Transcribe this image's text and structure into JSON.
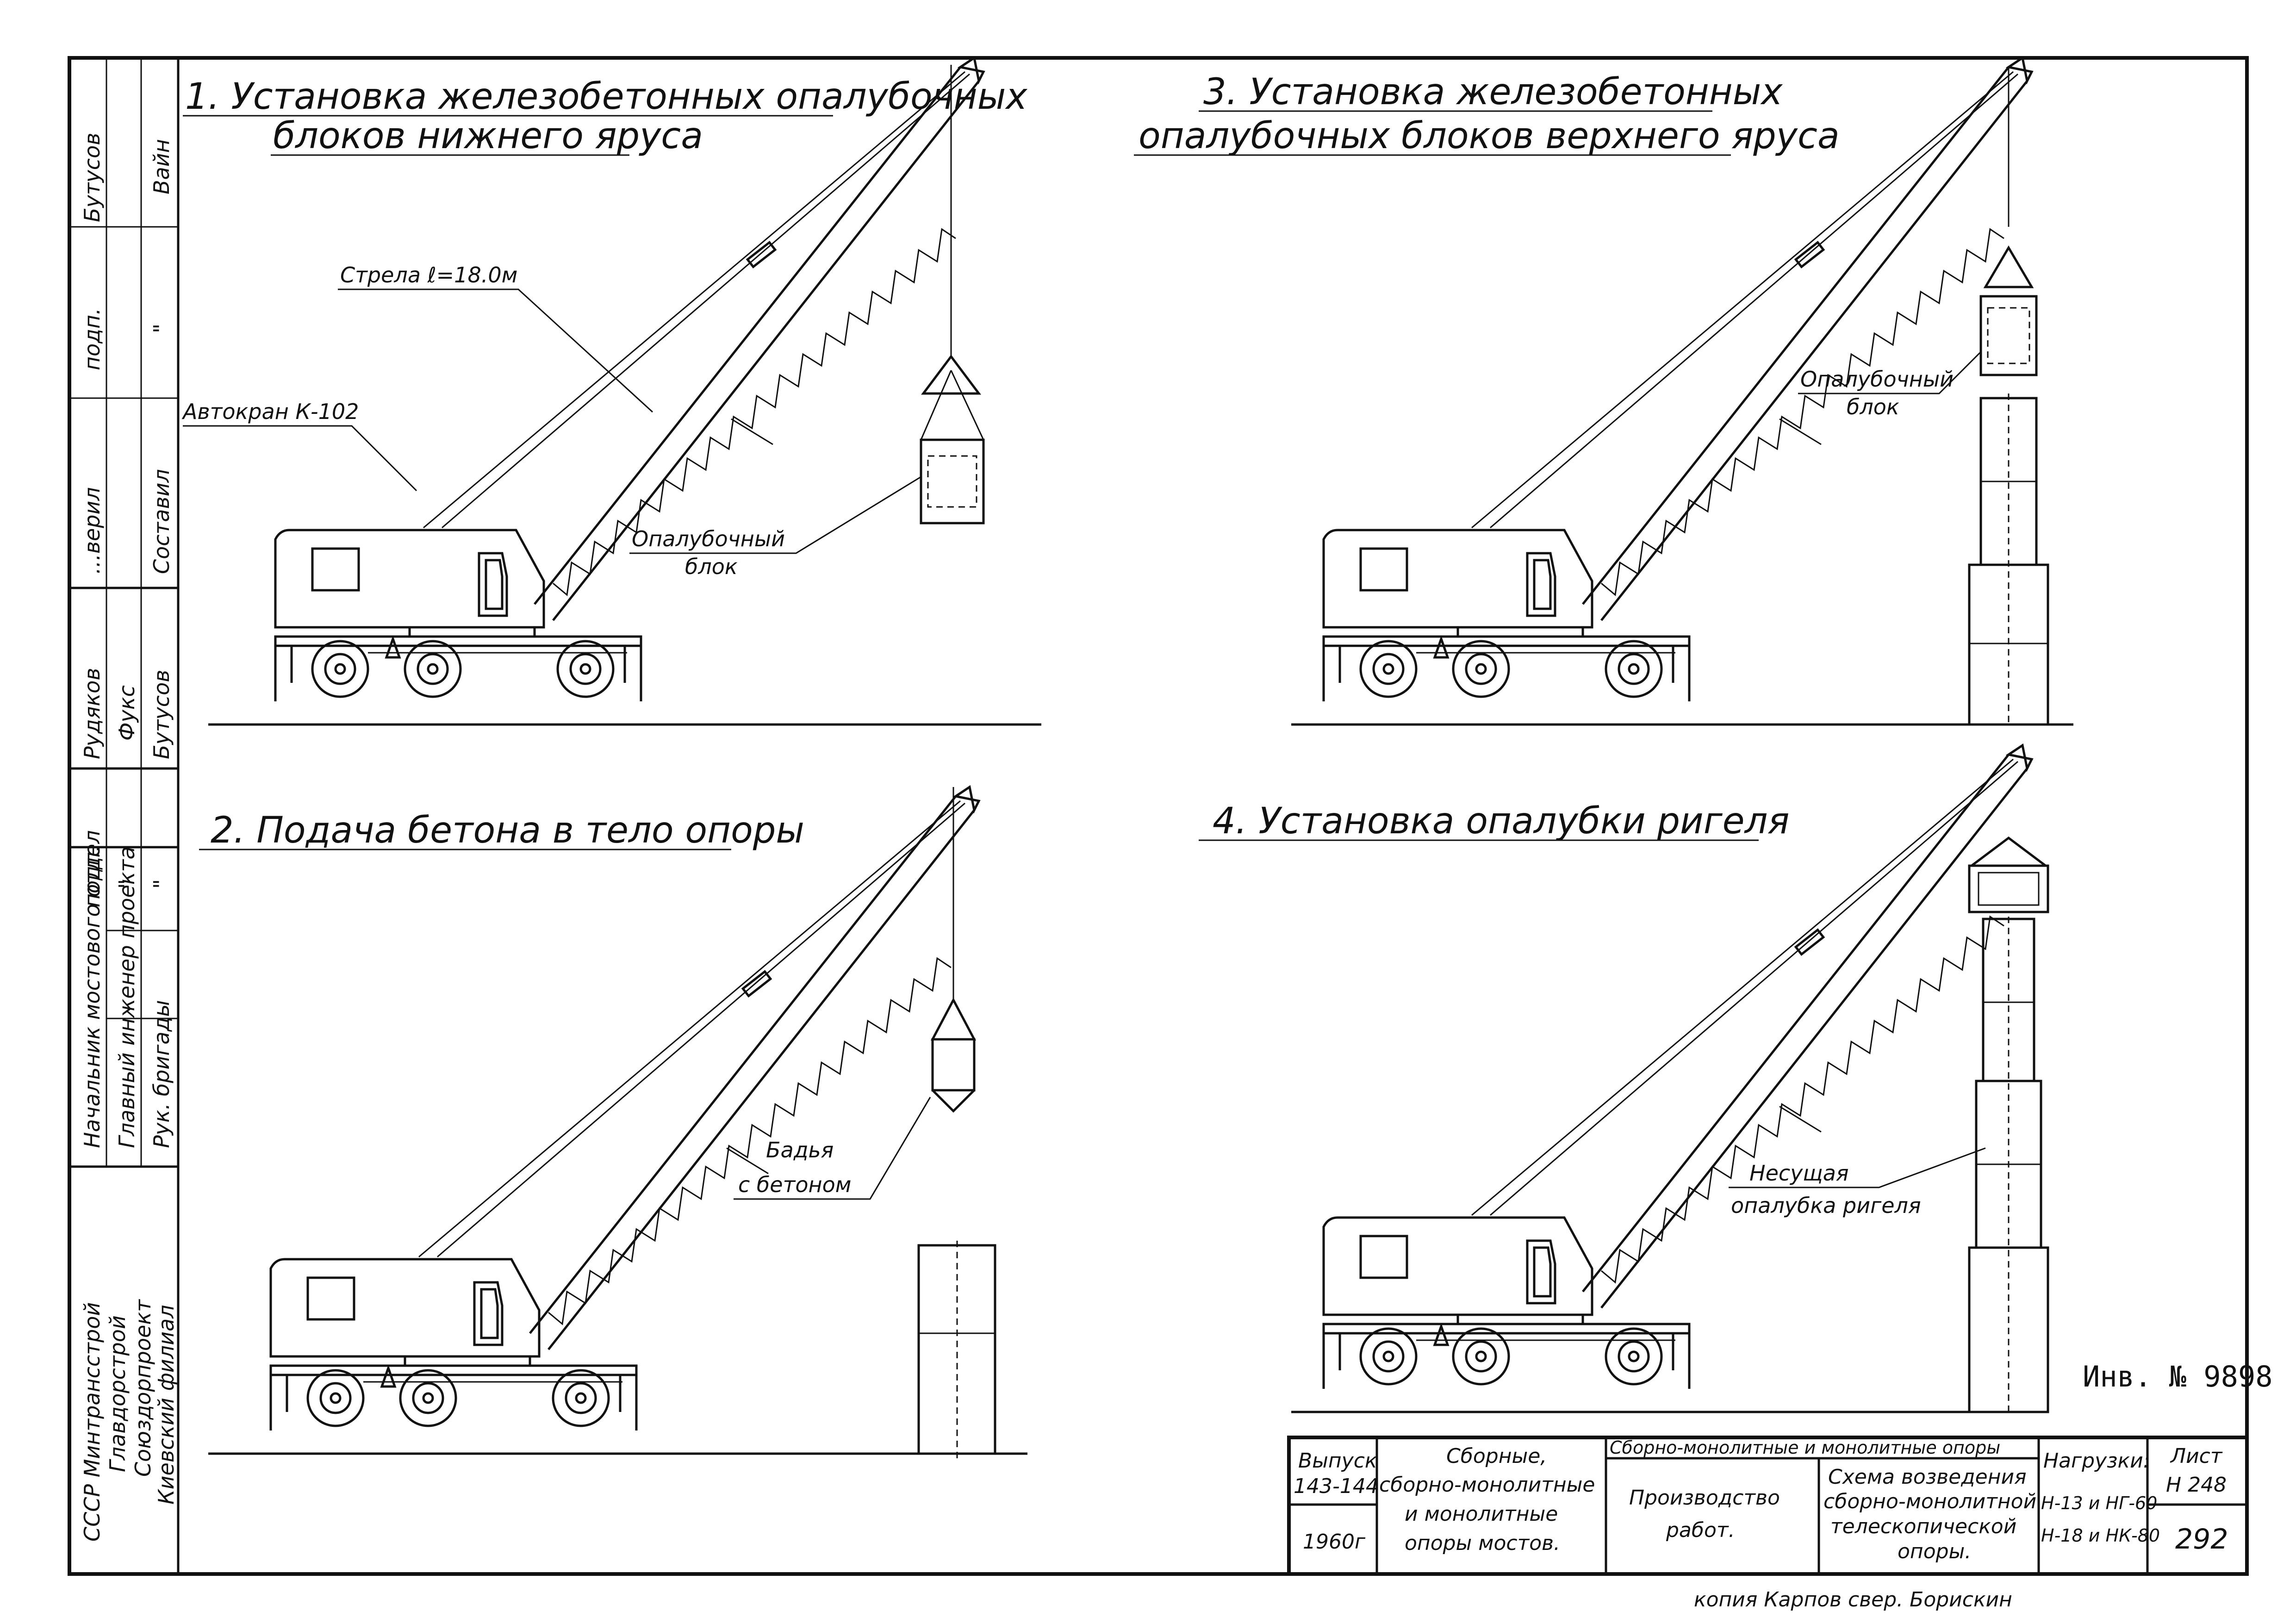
{
  "panels": [
    {
      "title": "1. Установка железобетонных опалубочных блоков нижнего яруса",
      "title_line1": "1. Установка железобетонных опалубочных",
      "title_line2": "блоков нижнего яруса",
      "labels": {
        "boom": "Стрела ℓ=18.0м",
        "crane": "Автокран К-102",
        "block_1": "Опалубочный",
        "block_2": "блок"
      }
    },
    {
      "title_line1": "2. Подача бетона в тело опоры",
      "labels": {
        "bucket_1": "Бадья",
        "bucket_2": "с бетоном"
      }
    },
    {
      "title_line1": "3. Установка железобетонных",
      "title_line2": "опалубочных блоков верхнего яруса",
      "labels": {
        "block_1": "Опалубочный",
        "block_2": "блок"
      }
    },
    {
      "title_line1": "4. Установка опалубки ригеля",
      "labels": {
        "form_1": "Несущая",
        "form_2": "опалубка ригеля"
      }
    }
  ],
  "side_stamp": {
    "org_1": "СССР Минтрансстрой",
    "org_2": "Главдорстрой",
    "org_3": "Союздорпроект",
    "org_4": "Киевский филиал",
    "row1_role": "Начальник мостового отдел",
    "row1_sign": "подп.",
    "row1_name": "Рудяков",
    "row2_role": "Главный инженер проекта",
    "row2_sign": "\"",
    "row2_name": "Фукс",
    "row3_role": "Рук. бригады",
    "row3_sign": "\"",
    "row3_name": "Бутусов",
    "row4_role": "Составил",
    "row4_sign": "\"",
    "row4_name": "Вайн",
    "row5_role": "...верил",
    "row5_sign": "подп.",
    "row5_name": "Бутусов"
  },
  "inventory": "Инв. № 9898",
  "title_block": {
    "issue_label": "Выпуск",
    "issue_value": "143-144",
    "year": "1960г",
    "work_1": "Сборные,",
    "work_2": "сборно-монолитные",
    "work_3": "и монолитные",
    "work_4": "опоры мостов.",
    "section_header": "Сборно-монолитные и монолитные опоры",
    "section_1": "Производство",
    "section_2": "работ.",
    "scheme_1": "Схема возведения",
    "scheme_2": "сборно-монолитной",
    "scheme_3": "телескопической",
    "scheme_4": "опоры.",
    "loads_label": "Нагрузки:",
    "loads_1": "Н-13 и НГ-60",
    "loads_2": "Н-18 и НК-80",
    "sheet_label": "Лист",
    "sheet_value": "Н 248",
    "page": "292"
  },
  "footer_note": "копия   Карпов   свер. Борискин"
}
